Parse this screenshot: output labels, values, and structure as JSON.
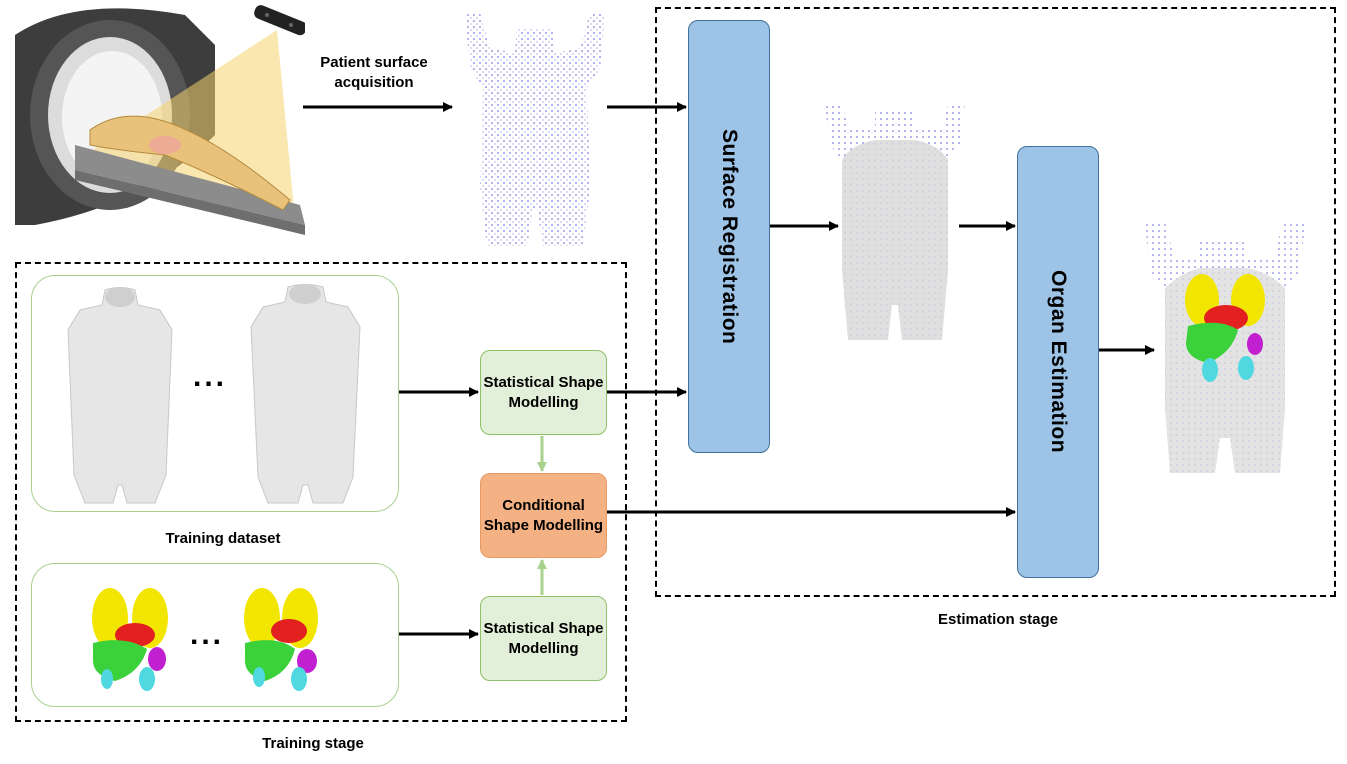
{
  "labels": {
    "acquisition": "Patient surface acquisition",
    "training_dataset": "Training dataset",
    "training_stage": "Training stage",
    "estimation_stage": "Estimation stage",
    "ellipsis": "..."
  },
  "boxes": {
    "ssm_surface": "Statistical Shape Modelling",
    "conditional": "Conditional Shape Modelling",
    "ssm_organ": "Statistical Shape Modelling",
    "surface_registration": "Surface Registration",
    "organ_estimation": "Organ Estimation"
  },
  "colors": {
    "ssm_fill": "#e2efd9",
    "ssm_border": "#8fbf68",
    "conditional_fill": "#f4b183",
    "stage_box_fill": "#9dc3e6",
    "stage_box_border": "#41719c",
    "liver": "#3bd13b",
    "lung": "#f2e600",
    "heart": "#e22020",
    "kidney": "#4fd8e0",
    "spleen": "#c020d0",
    "point_cloud": "#3a3ad0"
  },
  "icons": [
    "ct-scanner-icon",
    "depth-camera-icon",
    "point-cloud-torso-icon",
    "torso-mesh-icon",
    "organ-mesh-icon"
  ]
}
